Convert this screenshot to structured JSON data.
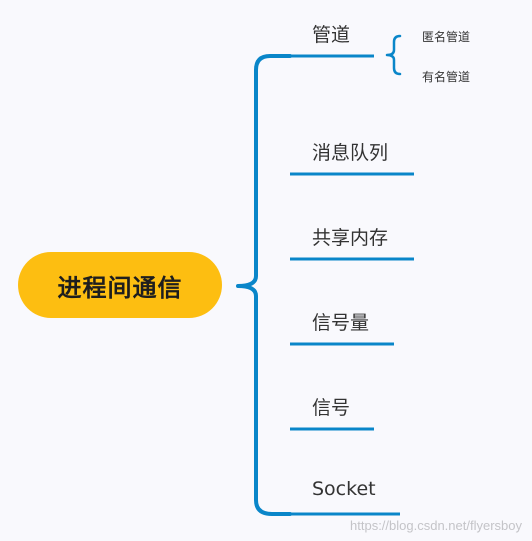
{
  "root": {
    "label": "进程间通信"
  },
  "branches": [
    {
      "label": "管道",
      "children": [
        "匿名管道",
        "有名管道"
      ]
    },
    {
      "label": "消息队列"
    },
    {
      "label": "共享内存"
    },
    {
      "label": "信号量"
    },
    {
      "label": "信号"
    },
    {
      "label": "Socket"
    }
  ],
  "watermark": "https://blog.csdn.net/flyersboy",
  "colors": {
    "line": "#0a86c9",
    "root_fill": "#fdbe11",
    "background": "#f9f9fd"
  }
}
